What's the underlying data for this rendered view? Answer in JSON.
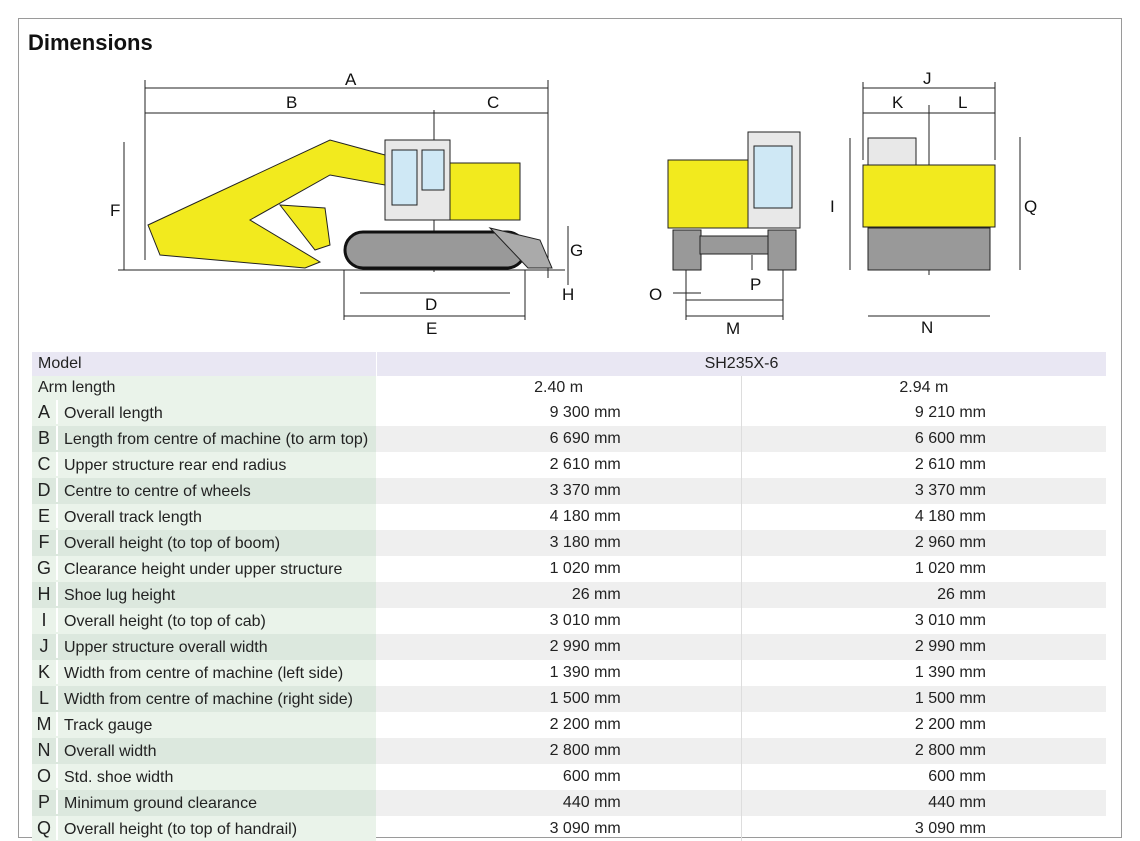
{
  "title": "Dimensions",
  "diagram_labels": {
    "A": "A",
    "B": "B",
    "C": "C",
    "D": "D",
    "E": "E",
    "F": "F",
    "G": "G",
    "H": "H",
    "I": "I",
    "J": "J",
    "K": "K",
    "L": "L",
    "M": "M",
    "N": "N",
    "O": "O",
    "P": "P",
    "Q": "Q"
  },
  "table": {
    "model_label": "Model",
    "model": "SH235X-6",
    "arm_label": "Arm length",
    "arms": [
      "2.40 m",
      "2.94 m"
    ],
    "rows": [
      {
        "k": "A",
        "label": "Overall length",
        "v1": "9 300 mm",
        "v2": "9 210 mm"
      },
      {
        "k": "B",
        "label": "Length from centre of machine (to arm top)",
        "v1": "6 690 mm",
        "v2": "6 600 mm"
      },
      {
        "k": "C",
        "label": "Upper structure rear end radius",
        "v1": "2 610 mm",
        "v2": "2 610 mm"
      },
      {
        "k": "D",
        "label": "Centre to centre of wheels",
        "v1": "3 370 mm",
        "v2": "3 370 mm"
      },
      {
        "k": "E",
        "label": "Overall track length",
        "v1": "4 180 mm",
        "v2": "4 180 mm"
      },
      {
        "k": "F",
        "label": "Overall height (to top of boom)",
        "v1": "3 180 mm",
        "v2": "2 960 mm"
      },
      {
        "k": "G",
        "label": "Clearance height under upper structure",
        "v1": "1 020 mm",
        "v2": "1 020 mm"
      },
      {
        "k": "H",
        "label": "Shoe lug height",
        "v1": "26 mm",
        "v2": "26 mm"
      },
      {
        "k": "I",
        "label": "Overall height (to top of cab)",
        "v1": "3 010 mm",
        "v2": "3 010 mm"
      },
      {
        "k": "J",
        "label": "Upper structure overall width",
        "v1": "2 990 mm",
        "v2": "2 990 mm"
      },
      {
        "k": "K",
        "label": "Width from centre of machine (left side)",
        "v1": "1 390 mm",
        "v2": "1 390 mm"
      },
      {
        "k": "L",
        "label": "Width from centre of machine (right side)",
        "v1": "1 500 mm",
        "v2": "1 500 mm"
      },
      {
        "k": "M",
        "label": "Track gauge",
        "v1": "2 200 mm",
        "v2": "2 200 mm"
      },
      {
        "k": "N",
        "label": "Overall width",
        "v1": "2 800 mm",
        "v2": "2 800 mm"
      },
      {
        "k": "O",
        "label": "Std. shoe width",
        "v1": "600 mm",
        "v2": "600 mm"
      },
      {
        "k": "P",
        "label": "Minimum ground clearance",
        "v1": "440 mm",
        "v2": "440 mm"
      },
      {
        "k": "Q",
        "label": "Overall height (to top of handrail)",
        "v1": "3 090 mm",
        "v2": "3 090 mm"
      }
    ]
  },
  "colors": {
    "machine": "#f2ea1e",
    "track": "#9a9a9a",
    "header": "#e9e7f3",
    "label_bg": "#eaf3ea"
  }
}
